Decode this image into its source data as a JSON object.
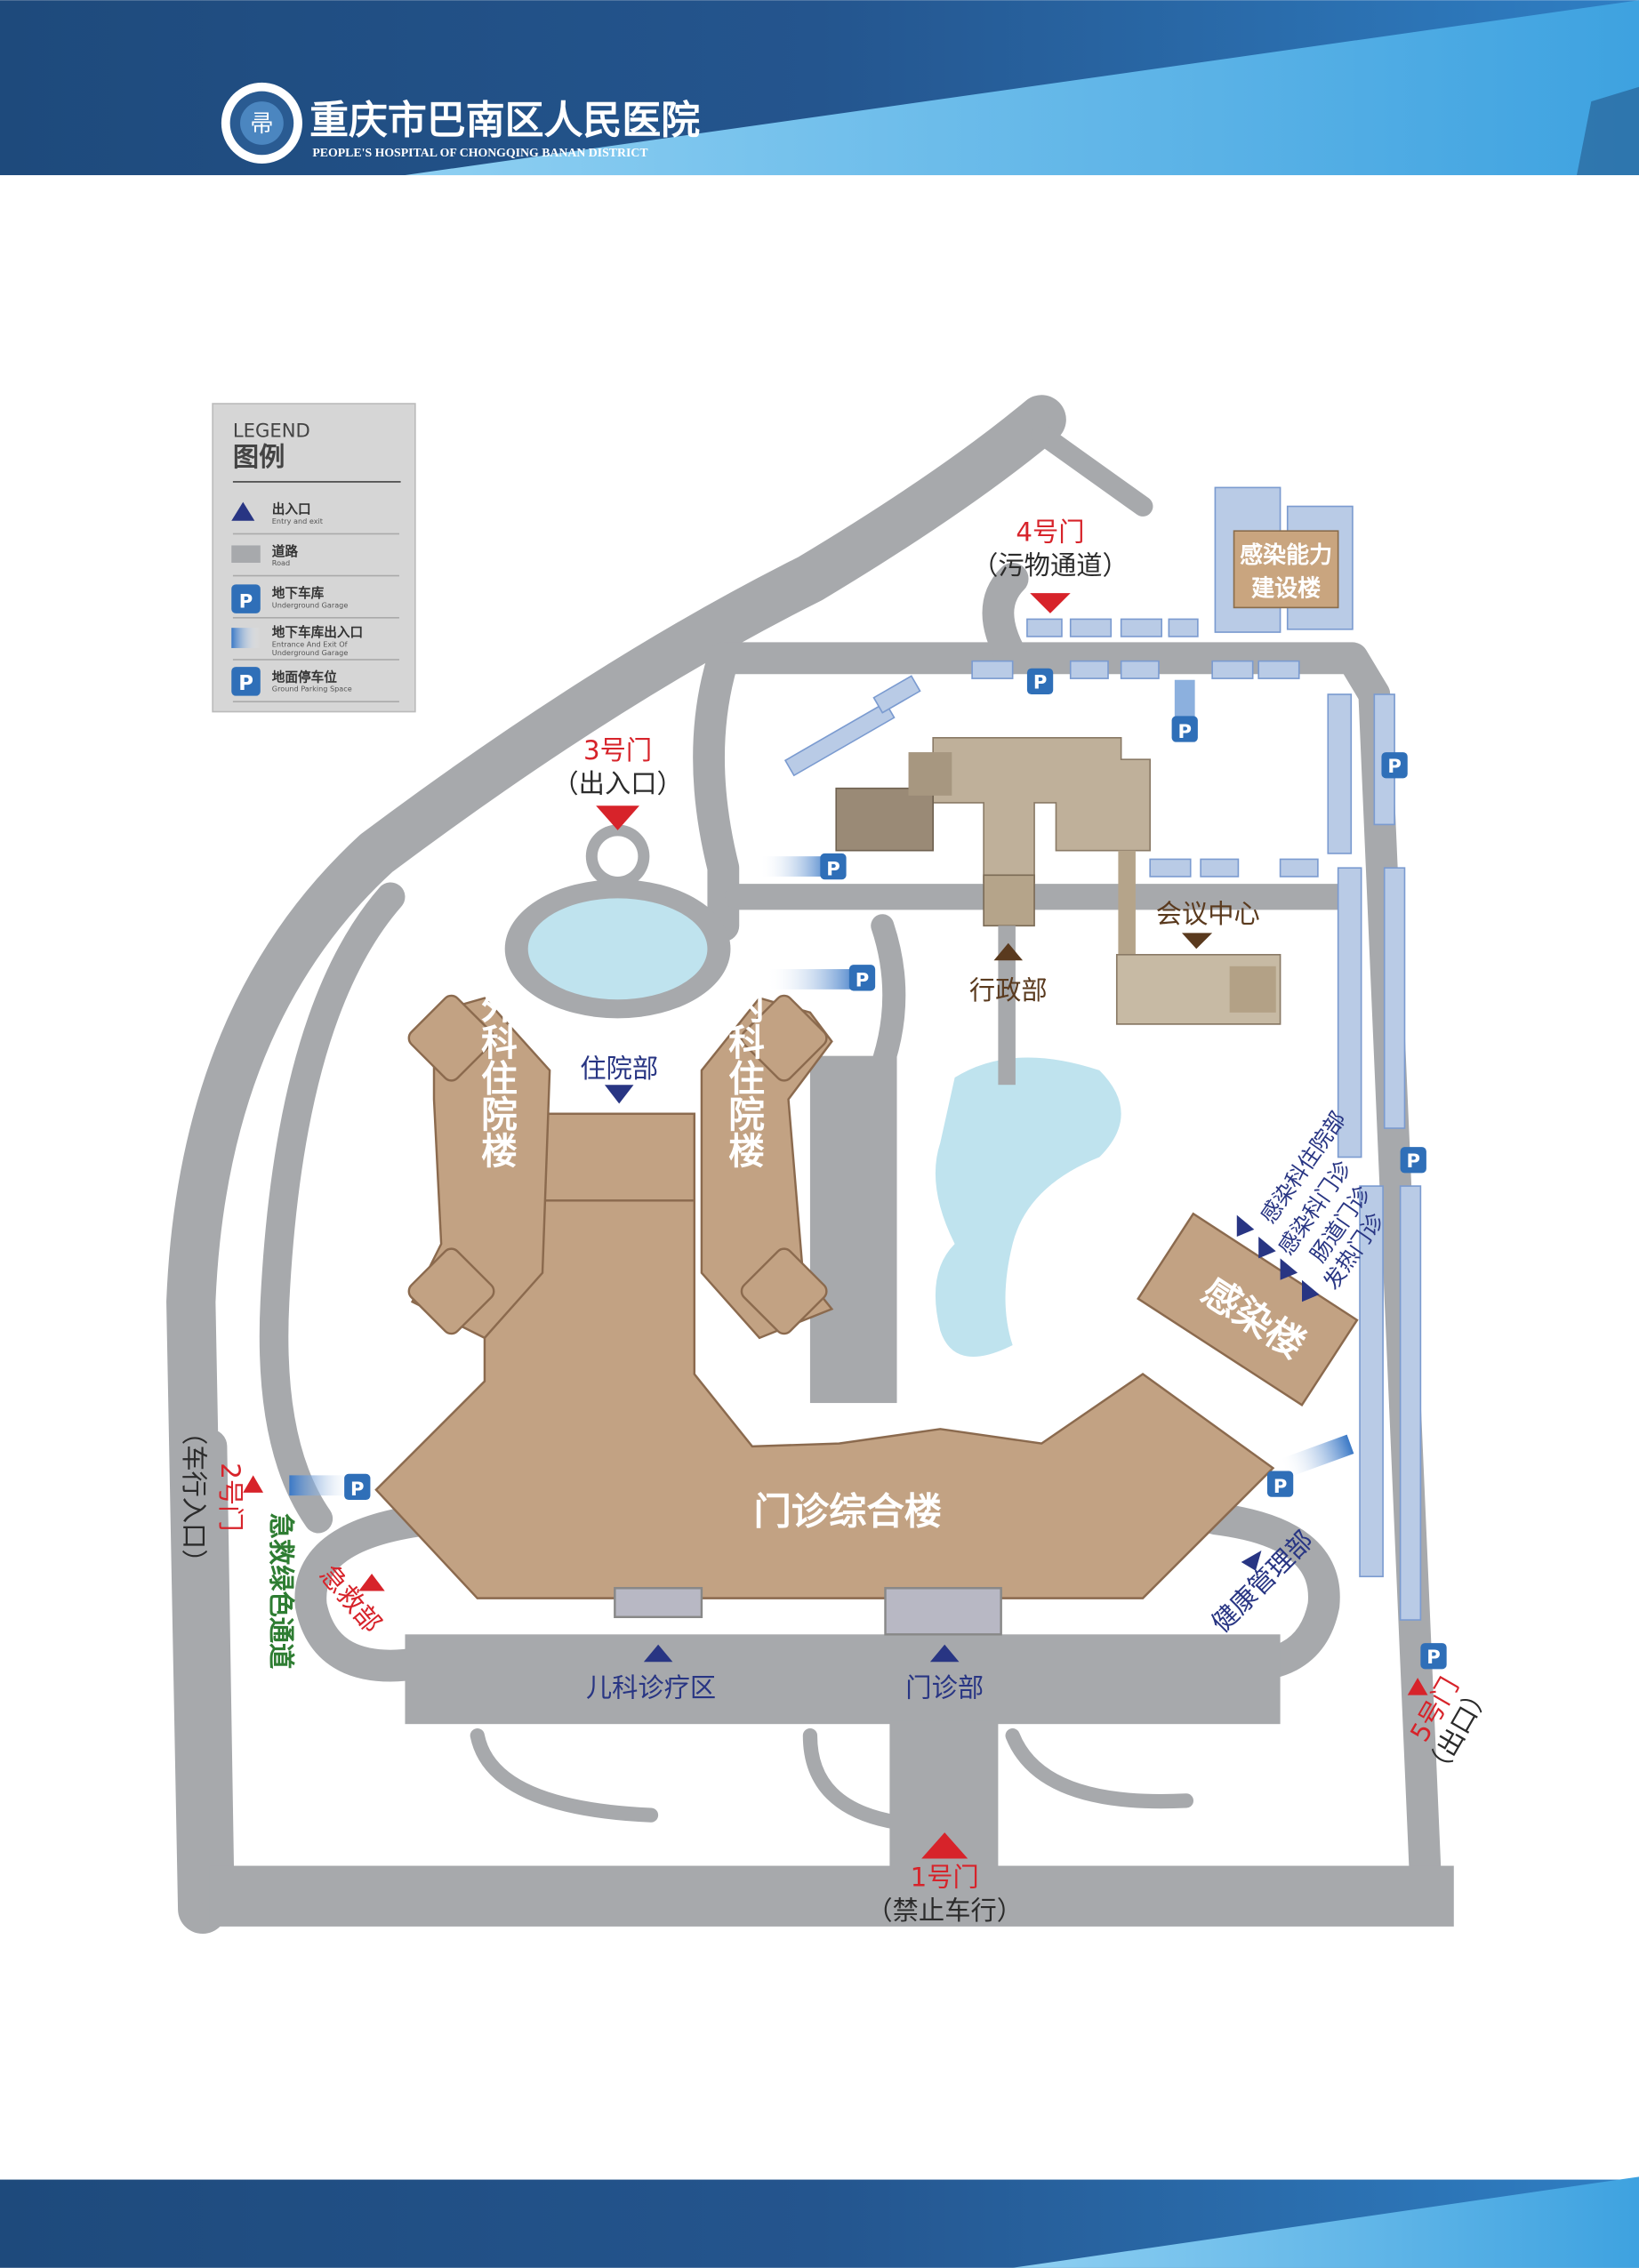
{
  "header": {
    "hospital_name_cn": "重庆市巴南区人民医院",
    "hospital_name_en": "PEOPLE'S HOSPITAL OF CHONGQING BANAN DISTRICT",
    "logo_icon": "hospital-seal-logo"
  },
  "legend": {
    "title_en": "LEGEND",
    "title_cn": "图例",
    "items": [
      {
        "cn": "出入口",
        "en": "Entry and exit",
        "icon": "triangle"
      },
      {
        "cn": "道路",
        "en": "Road",
        "icon": "gray-swatch"
      },
      {
        "cn": "地下车库",
        "en": "Underground Garage",
        "icon": "garage-p"
      },
      {
        "cn": "地下车库出入口",
        "en": "Entrance And Exit Of",
        "en2": "Underground Garage",
        "icon": "gradient-swatch"
      },
      {
        "cn": "地面停车位",
        "en": "Ground Parking Space",
        "icon": "parking-p"
      }
    ]
  },
  "gates": {
    "gate1": {
      "name": "1号门",
      "note": "（禁止车行）"
    },
    "gate2": {
      "name": "2号门",
      "note": "（车行入口）",
      "green": "急救绿色通道"
    },
    "gate3": {
      "name": "3号门",
      "note": "（出入口）"
    },
    "gate4": {
      "name": "4号门",
      "note": "（污物通道）"
    },
    "gate5": {
      "name": "5号门",
      "note": "（出口）"
    }
  },
  "buildings": {
    "outpatient_complex": "门诊综合楼",
    "surgery_ward": "外科住院楼",
    "internal_ward": "内科住院楼",
    "infection_building": "感染楼",
    "infection_capacity_1": "感染能力",
    "infection_capacity_2": "建设楼",
    "conference": "会议中心",
    "admin": "行政部",
    "inpatient": "住院部",
    "emergency": "急救部",
    "pediatrics": "儿科诊疗区",
    "outpatient": "门诊部",
    "health_mgmt": "健康管理部"
  },
  "infection_entries": [
    "感染科住院部",
    "感染科门诊",
    "肠道门诊",
    "发热门诊"
  ],
  "parking_letter": "P",
  "colors": {
    "header_dark": "#1e4a7c",
    "header_light": "#5fb8ea",
    "road": "#a7a9ac",
    "building": "#c2a283",
    "water": "#bfe3ee",
    "parking": "#2f6fb8",
    "red": "#d7232a",
    "navy": "#283583",
    "green": "#2e7d32"
  }
}
